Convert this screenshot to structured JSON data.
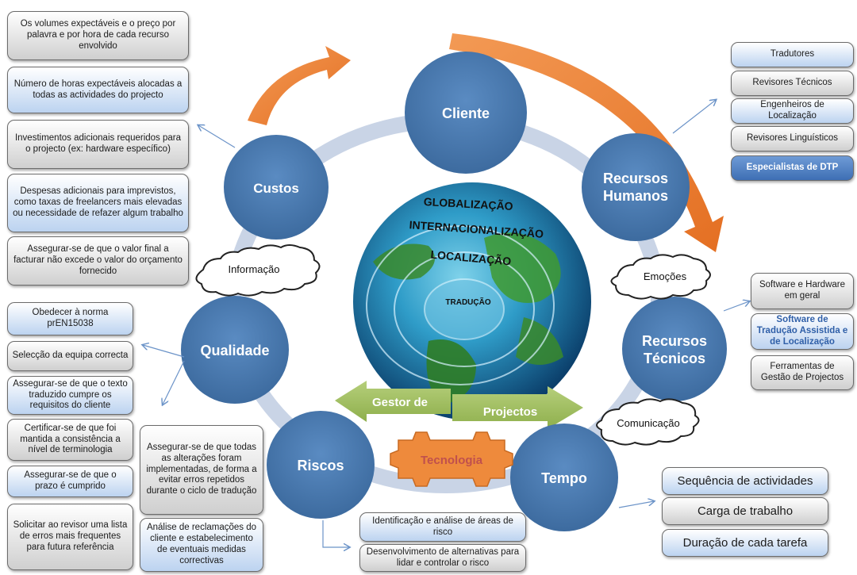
{
  "center": {
    "globalizacao": "GLOBALIZAÇÃO",
    "internacionalizacao": "INTERNACIONALIZAÇÃO",
    "localizacao": "LOCALIZAÇÃO",
    "traducao": "TRADUÇÃO"
  },
  "nodes": {
    "cliente": "Cliente",
    "custos": "Custos",
    "rh_line1": "Recursos",
    "rh_line2": "Humanos",
    "qualidade": "Qualidade",
    "rt_line1": "Recursos",
    "rt_line2": "Técnicos",
    "riscos": "Riscos",
    "tempo": "Tempo"
  },
  "clouds": {
    "informacao": "Informação",
    "emocoes": "Emoções",
    "comunicacao": "Comunicação"
  },
  "gestor": {
    "left": "Gestor de",
    "right": "Projectos"
  },
  "tecnologia": "Tecnologia",
  "custos_items": [
    "Os volumes expectáveis e o preço por palavra e por hora de cada recurso envolvido",
    "Número de horas expectáveis alocadas a todas as actividades do projecto",
    "Investimentos adicionais requeridos para o projecto (ex: hardware específico)",
    "Despesas adicionais para imprevistos, como taxas de freelancers mais elevadas ou necessidade de refazer algum trabalho",
    "Assegurar-se de que o valor final a facturar não excede o valor do orçamento fornecido"
  ],
  "qualidade_items": [
    "Obedecer à norma prEN15038",
    "Selecção da equipa correcta",
    "Assegurar-se de que o texto traduzido cumpre os requisitos do cliente",
    "Certificar-se de que foi mantida a consistência a nível de terminologia",
    "Assegurar-se de que o prazo é cumprido",
    "Solicitar ao revisor uma lista de erros mais frequentes para futura referência"
  ],
  "riscos_items": [
    "Assegurar-se de que todas as alterações foram implementadas, de forma a evitar erros repetidos durante o ciclo de tradução",
    "Análise de reclamações do cliente e estabelecimento de eventuais medidas correctivas",
    "Identificação e análise de áreas de risco",
    "Desenvolvimento de alternativas para lidar e controlar o risco"
  ],
  "rh_items": [
    "Tradutores",
    "Revisores Técnicos",
    "Engenheiros de Localização",
    "Revisores Linguísticos",
    "Especialistas de DTP"
  ],
  "rt_items": [
    "Software e Hardware em geral",
    "Software de Tradução Assistida e de Localização",
    "Ferramentas de Gestão de Projectos"
  ],
  "tempo_items": [
    "Sequência de actividades",
    "Carga de trabalho",
    "Duração de cada tarefa"
  ],
  "colors": {
    "node_blue": "#4a79ac",
    "ring": "#c9d4e6",
    "orange_arrow": "#ee7f32",
    "green_arrow": "#9bbb59",
    "gear": "#ee8a3c",
    "gear_text": "#c0504d"
  }
}
